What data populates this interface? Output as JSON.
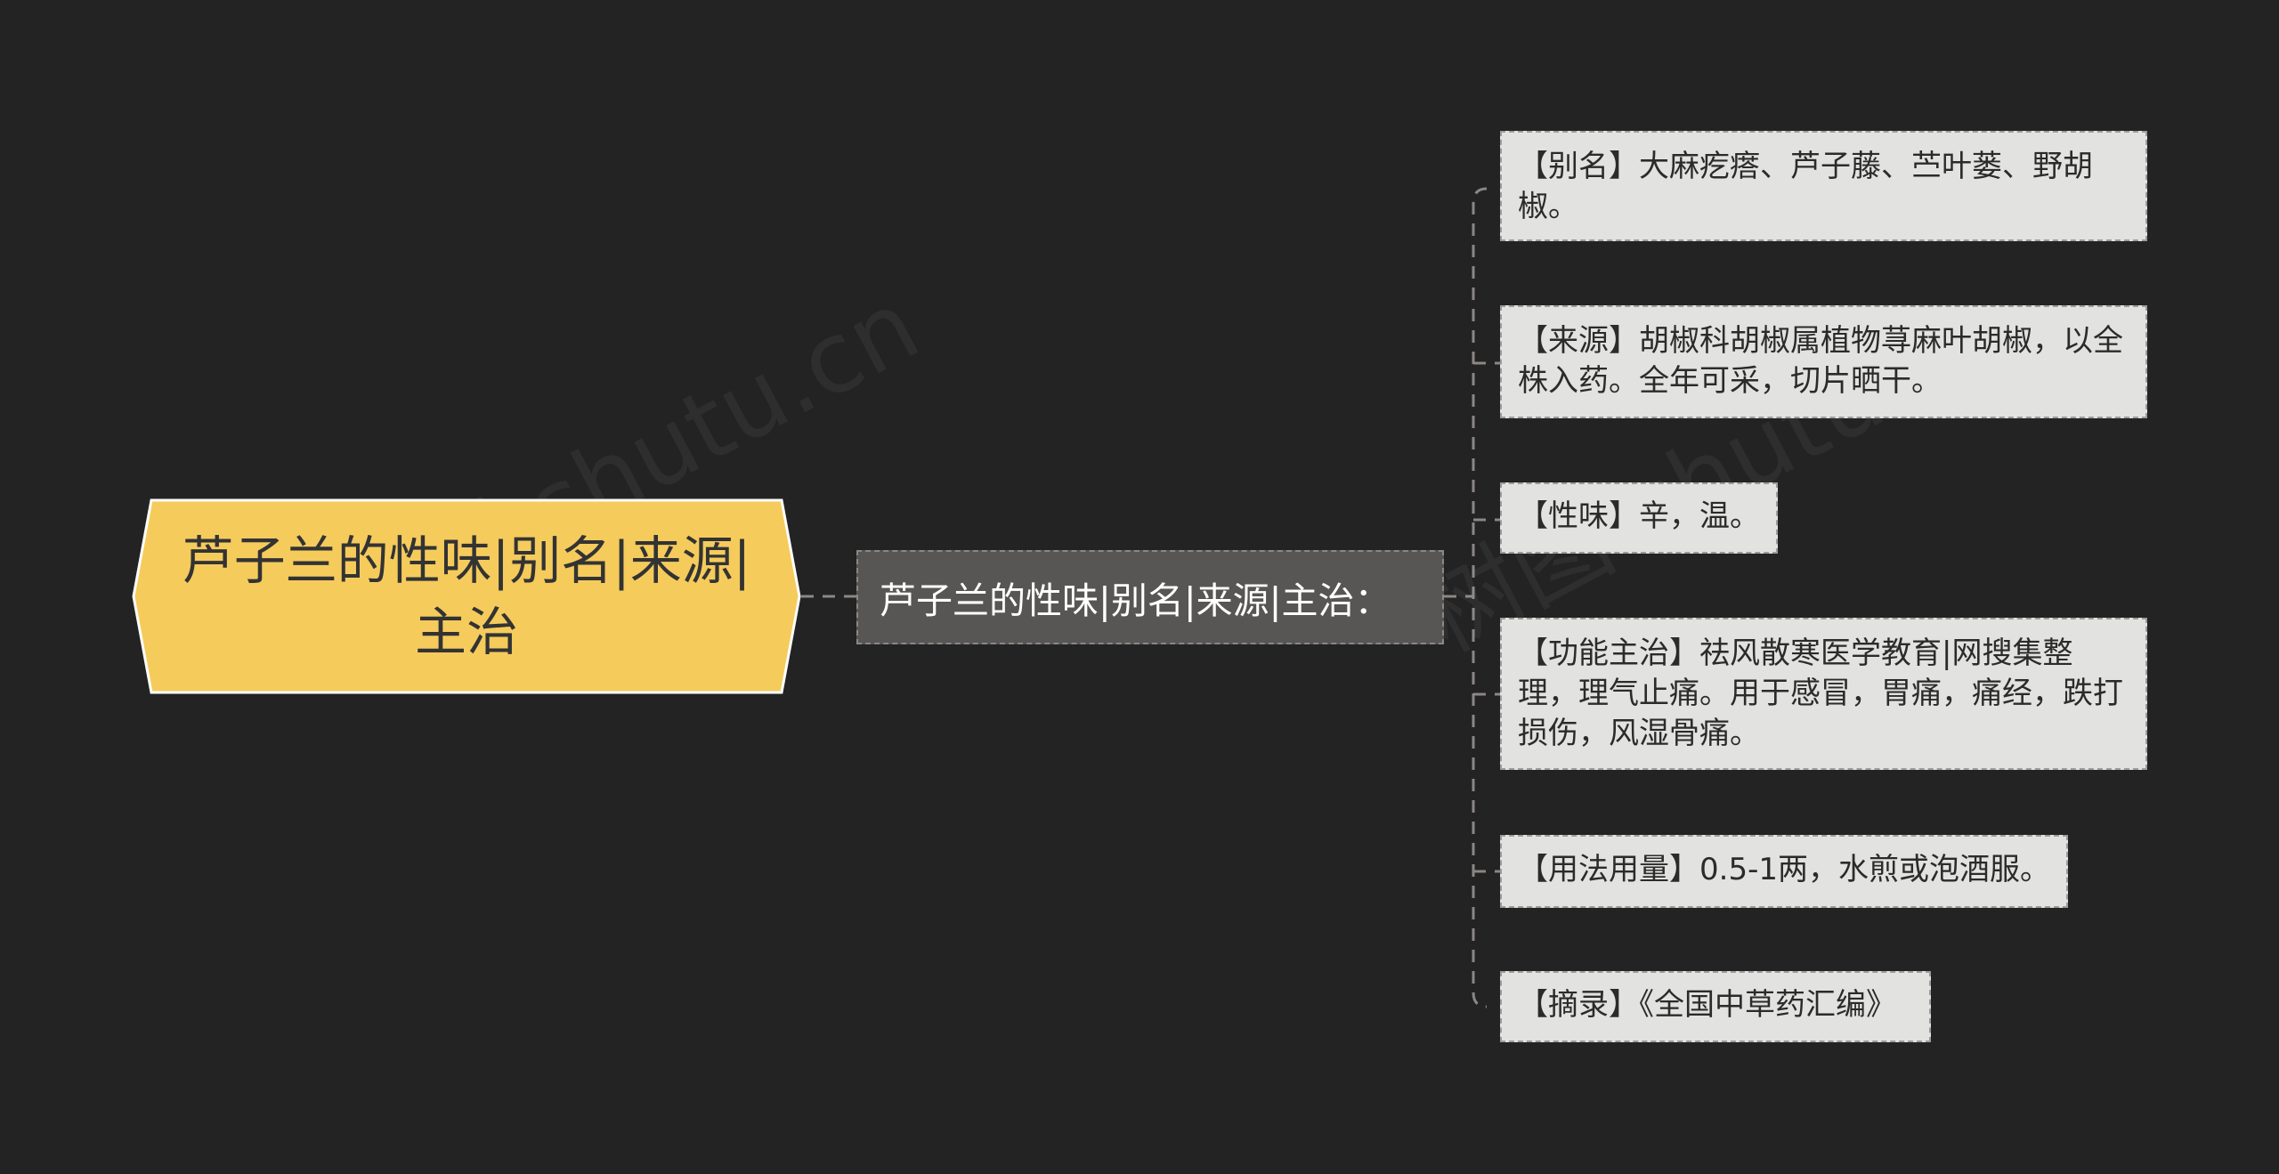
{
  "root": {
    "label": "芦子兰的性味|别名|来源|主治",
    "fill": "#f5cb5c",
    "border": "#ffffff"
  },
  "branch": {
    "label": "芦子兰的性味|别名|来源|主治："
  },
  "leaves": [
    {
      "text": "【别名】大麻疙瘩、芦子藤、苎叶蒌、野胡椒。"
    },
    {
      "text": "【来源】胡椒科胡椒属植物荨麻叶胡椒，以全株入药。全年可采，切片晒干。"
    },
    {
      "text": "【性味】辛，温。"
    },
    {
      "text": "【功能主治】祛风散寒医学教育|网搜集整理，理气止痛。用于感冒，胃痛，痛经，跌打损伤，风湿骨痛。"
    },
    {
      "text": "【用法用量】0.5-1两，水煎或泡酒服。"
    },
    {
      "text": "【摘录】《全国中草药汇编》"
    }
  ],
  "watermark": "树图 shutu.cn",
  "colors": {
    "background": "#232323",
    "branch_fill": "#585655",
    "leaf_fill": "#e2e2e0",
    "connector": "#8a8785"
  }
}
